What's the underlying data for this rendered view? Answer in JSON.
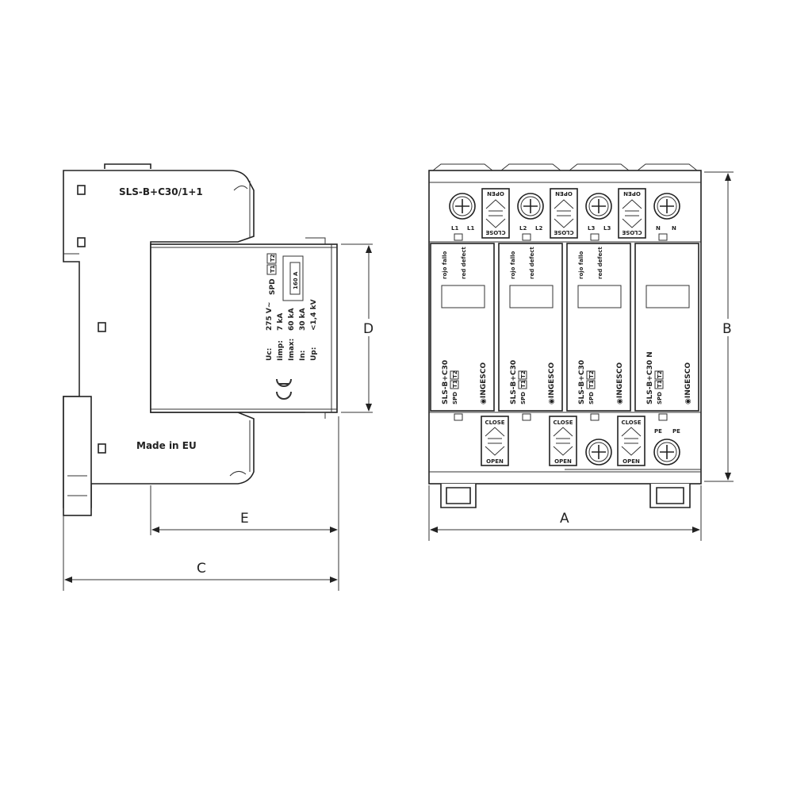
{
  "dimensions": {
    "a": "A",
    "b": "B",
    "c": "C",
    "d": "D",
    "e": "E"
  },
  "side_view": {
    "model": "SLS-B+C30/1+1",
    "origin": "Made in EU",
    "spd_label": "SPD",
    "class_t1": "T1",
    "class_t2": "T2",
    "fuse": "160 A",
    "ratings": [
      {
        "symbol": "Uc:",
        "value": "275 V~"
      },
      {
        "symbol": "Iimp:",
        "value": "7 kA"
      },
      {
        "symbol": "Imax:",
        "value": "60 kA"
      },
      {
        "symbol": "In:",
        "value": "30 kA"
      },
      {
        "symbol": "Up:",
        "value": "<1,4 kV"
      }
    ],
    "mark": "CE"
  },
  "front_view": {
    "top_terminals": [
      "L1",
      "L2",
      "L3",
      "N"
    ],
    "open_label": "OPEN",
    "close_label": "CLOSE",
    "modules": [
      {
        "model": "SLS-B+C30",
        "status_es": "rojo fallo",
        "status_en": "red defect",
        "brand": "INGESCO",
        "spd": "SPD",
        "t1": "T1",
        "t2": "T2"
      },
      {
        "model": "SLS-B+C30",
        "status_es": "rojo fallo",
        "status_en": "red defect",
        "brand": "INGESCO",
        "spd": "SPD",
        "t1": "T1",
        "t2": "T2"
      },
      {
        "model": "SLS-B+C30",
        "status_es": "rojo fallo",
        "status_en": "red defect",
        "brand": "INGESCO",
        "spd": "SPD",
        "t1": "T1",
        "t2": "T2"
      },
      {
        "model": "SLS-B+C30 N",
        "status_es": "",
        "status_en": "",
        "brand": "INGESCO",
        "spd": "SPD",
        "t1": "T1",
        "t2": "T2"
      }
    ],
    "bottom_terminal": "PE"
  }
}
